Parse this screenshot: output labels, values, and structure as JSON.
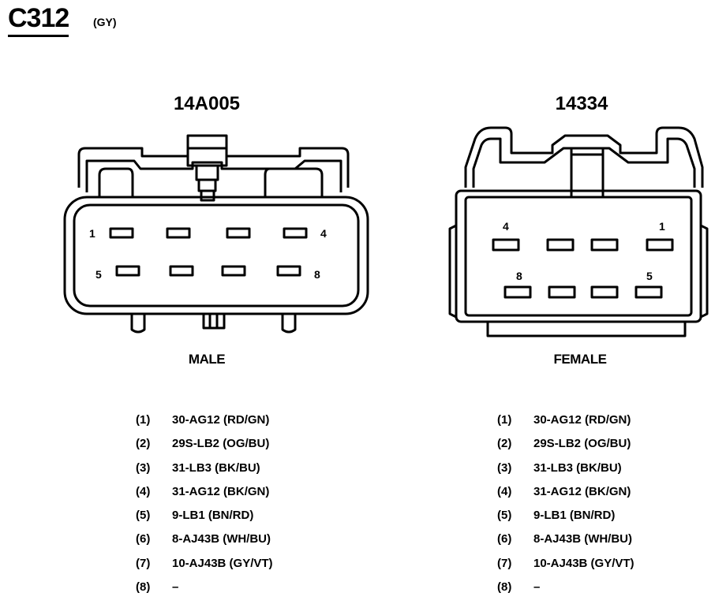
{
  "header": {
    "connector_id": "C312",
    "connector_color": "(GY)"
  },
  "male": {
    "part_number": "14A005",
    "label": "MALE",
    "pin_labels": {
      "p1": "1",
      "p4": "4",
      "p5": "5",
      "p8": "8"
    },
    "pins": [
      {
        "num": "(1)",
        "circuit": "30-AG12 (RD/GN)"
      },
      {
        "num": "(2)",
        "circuit": "29S-LB2 (OG/BU)"
      },
      {
        "num": "(3)",
        "circuit": "31-LB3 (BK/BU)"
      },
      {
        "num": "(4)",
        "circuit": "31-AG12 (BK/GN)"
      },
      {
        "num": "(5)",
        "circuit": "9-LB1 (BN/RD)"
      },
      {
        "num": "(6)",
        "circuit": "8-AJ43B (WH/BU)"
      },
      {
        "num": "(7)",
        "circuit": "10-AJ43B (GY/VT)"
      },
      {
        "num": "(8)",
        "circuit": "–"
      }
    ]
  },
  "female": {
    "part_number": "14334",
    "label": "FEMALE",
    "pin_labels": {
      "p1": "1",
      "p4": "4",
      "p5": "5",
      "p8": "8"
    },
    "pins": [
      {
        "num": "(1)",
        "circuit": "30-AG12 (RD/GN)"
      },
      {
        "num": "(2)",
        "circuit": "29S-LB2 (OG/BU)"
      },
      {
        "num": "(3)",
        "circuit": "31-LB3 (BK/BU)"
      },
      {
        "num": "(4)",
        "circuit": "31-AG12 (BK/GN)"
      },
      {
        "num": "(5)",
        "circuit": "9-LB1 (BN/RD)"
      },
      {
        "num": "(6)",
        "circuit": "8-AJ43B (WH/BU)"
      },
      {
        "num": "(7)",
        "circuit": "10-AJ43B (GY/VT)"
      },
      {
        "num": "(8)",
        "circuit": "–"
      }
    ]
  }
}
